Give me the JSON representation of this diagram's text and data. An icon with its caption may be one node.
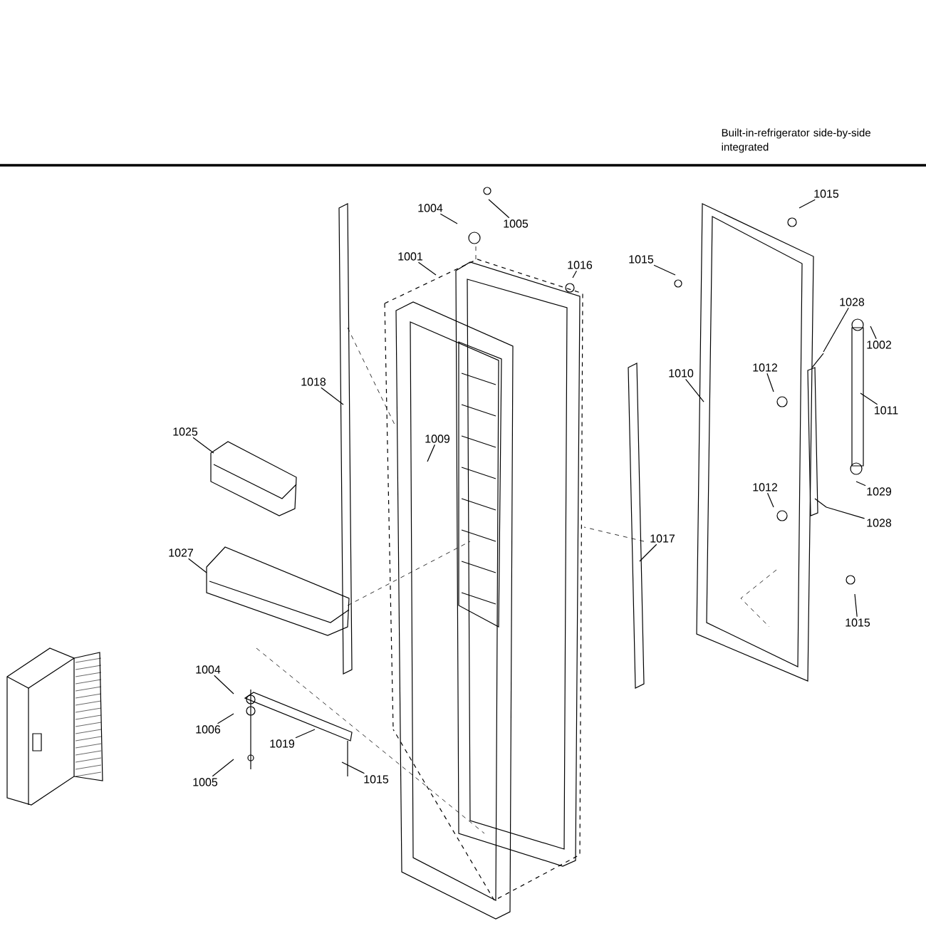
{
  "diagram": {
    "title": "Built-in-refrigerator side-by-side integrated",
    "nodes": [
      {
        "text": [
          "1004"
        ]
      },
      {
        "text": [
          "1005"
        ]
      },
      {
        "text": [
          "1001"
        ]
      },
      {
        "text": [
          "1016"
        ]
      },
      {
        "text": [
          "1015"
        ]
      },
      {
        "text": [
          "1015"
        ]
      },
      {
        "text": [
          "1028"
        ]
      },
      {
        "text": [
          "1002"
        ]
      },
      {
        "text": [
          "1018"
        ]
      },
      {
        "text": [
          "1010"
        ]
      },
      {
        "text": [
          "1012"
        ]
      },
      {
        "text": [
          "1011"
        ]
      },
      {
        "text": [
          "1025"
        ]
      },
      {
        "text": [
          "1009"
        ]
      },
      {
        "text": [
          "1012"
        ]
      },
      {
        "text": [
          "1029"
        ]
      },
      {
        "text": [
          "1028"
        ]
      },
      {
        "text": [
          "1017"
        ]
      },
      {
        "text": [
          "1027"
        ]
      },
      {
        "text": [
          "1015"
        ]
      },
      {
        "text": [
          "1004"
        ]
      },
      {
        "text": [
          "1006"
        ]
      },
      {
        "text": [
          "1019"
        ]
      },
      {
        "text": [
          "1005"
        ]
      },
      {
        "text": [
          "1015"
        ]
      }
    ],
    "edges": [
      {
        "from": 0,
        "to": null,
        "arrow": "none"
      },
      {
        "from": 1,
        "to": null,
        "arrow": "none"
      },
      {
        "from": 2,
        "to": null,
        "arrow": "none"
      },
      {
        "from": 3,
        "to": null,
        "arrow": "none"
      },
      {
        "from": 4,
        "to": null,
        "arrow": "none"
      },
      {
        "from": 5,
        "to": null,
        "arrow": "none"
      },
      {
        "from": 6,
        "to": null,
        "arrow": "none"
      },
      {
        "from": 7,
        "to": null,
        "arrow": "none"
      },
      {
        "from": 8,
        "to": null,
        "arrow": "none"
      },
      {
        "from": 9,
        "to": null,
        "arrow": "none"
      },
      {
        "from": 10,
        "to": null,
        "arrow": "none"
      },
      {
        "from": 11,
        "to": null,
        "arrow": "none"
      },
      {
        "from": 12,
        "to": null,
        "arrow": "none"
      },
      {
        "from": 13,
        "to": null,
        "arrow": "none"
      },
      {
        "from": 14,
        "to": null,
        "arrow": "none"
      },
      {
        "from": 15,
        "to": null,
        "arrow": "none"
      },
      {
        "from": 16,
        "to": null,
        "arrow": "none"
      },
      {
        "from": 17,
        "to": null,
        "arrow": "none"
      },
      {
        "from": 18,
        "to": null,
        "arrow": "none"
      },
      {
        "from": 19,
        "to": null,
        "arrow": "none"
      },
      {
        "from": 20,
        "to": null,
        "arrow": "none"
      },
      {
        "from": 21,
        "to": null,
        "arrow": "none"
      },
      {
        "from": 22,
        "to": null,
        "arrow": "none"
      },
      {
        "from": 23,
        "to": null,
        "arrow": "none"
      },
      {
        "from": 24,
        "to": null,
        "arrow": "none"
      }
    ]
  }
}
